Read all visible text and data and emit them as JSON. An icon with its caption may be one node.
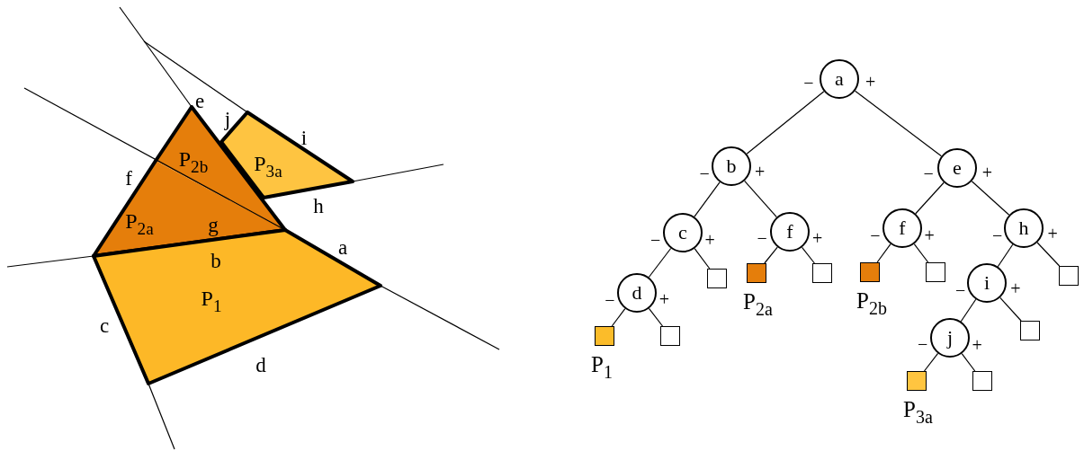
{
  "diagram": {
    "nodes": [
      {
        "text": [
          "P$_{2b}$"
        ]
      },
      {
        "text": [
          "P$_{3a}$"
        ]
      },
      {
        "text": [
          "P$_{2a}$"
        ]
      },
      {
        "text": [
          "P$_{1}$"
        ]
      },
      {
        "text": [
          "a"
        ]
      },
      {
        "text": [
          "b"
        ]
      },
      {
        "text": [
          "e"
        ]
      },
      {
        "text": [
          "c"
        ]
      },
      {
        "text": [
          "f"
        ]
      },
      {
        "text": [
          "f"
        ]
      },
      {
        "text": [
          "h"
        ]
      },
      {
        "text": [
          "d"
        ]
      },
      {
        "text": [],
        "shape": "box"
      },
      {
        "text": [],
        "shape": "box",
        "beside": [
          "P$_{2a}$"
        ]
      },
      {
        "text": [],
        "shape": "box"
      },
      {
        "text": [],
        "shape": "box",
        "beside": [
          "P$_{2b}$"
        ]
      },
      {
        "text": [],
        "shape": "box"
      },
      {
        "text": [],
        "shape": "box"
      },
      {
        "text": [
          "i"
        ]
      },
      {
        "text": [],
        "shape": "box",
        "beside": [
          "P$_{1}$"
        ]
      },
      {
        "text": [],
        "shape": "box"
      },
      {
        "text": [],
        "shape": "box"
      },
      {
        "text": [
          "j"
        ]
      },
      {
        "text": [],
        "shape": "box",
        "beside": [
          "P$_{3a}$"
        ]
      },
      {
        "text": [],
        "shape": "box"
      }
    ],
    "edges": [
      {
        "from": 4,
        "to": 5,
        "arrow": "none",
        "label": "−"
      },
      {
        "from": 4,
        "to": 6,
        "arrow": "none",
        "label": "+"
      },
      {
        "from": 5,
        "to": 7,
        "arrow": "none",
        "label": "−"
      },
      {
        "from": 5,
        "to": 8,
        "arrow": "none",
        "label": "+"
      },
      {
        "from": 6,
        "to": 9,
        "arrow": "none",
        "label": "−"
      },
      {
        "from": 6,
        "to": 10,
        "arrow": "none",
        "label": "+"
      },
      {
        "from": 7,
        "to": 11,
        "arrow": "none",
        "label": "−"
      },
      {
        "from": 7,
        "to": 12,
        "arrow": "none",
        "label": "+"
      },
      {
        "from": 8,
        "to": 13,
        "arrow": "none",
        "label": "−"
      },
      {
        "from": 8,
        "to": 14,
        "arrow": "none",
        "label": "+"
      },
      {
        "from": 9,
        "to": 15,
        "arrow": "none",
        "label": "−"
      },
      {
        "from": 9,
        "to": 16,
        "arrow": "none",
        "label": "+"
      },
      {
        "from": 10,
        "to": 18,
        "arrow": "none",
        "label": "−"
      },
      {
        "from": 10,
        "to": 17,
        "arrow": "none",
        "label": "+"
      },
      {
        "from": 11,
        "to": 19,
        "arrow": "none",
        "label": "−"
      },
      {
        "from": 11,
        "to": 20,
        "arrow": "none",
        "label": "+"
      },
      {
        "from": 18,
        "to": 22,
        "arrow": "none",
        "label": "−"
      },
      {
        "from": 18,
        "to": 21,
        "arrow": "none",
        "label": "+"
      },
      {
        "from": 22,
        "to": 23,
        "arrow": "none",
        "label": "−"
      },
      {
        "from": 22,
        "to": 24,
        "arrow": "none",
        "label": "+"
      }
    ],
    "labels": [
      "e",
      "j",
      "i",
      "f",
      "h",
      "g",
      "a",
      "b",
      "c",
      "d"
    ]
  }
}
